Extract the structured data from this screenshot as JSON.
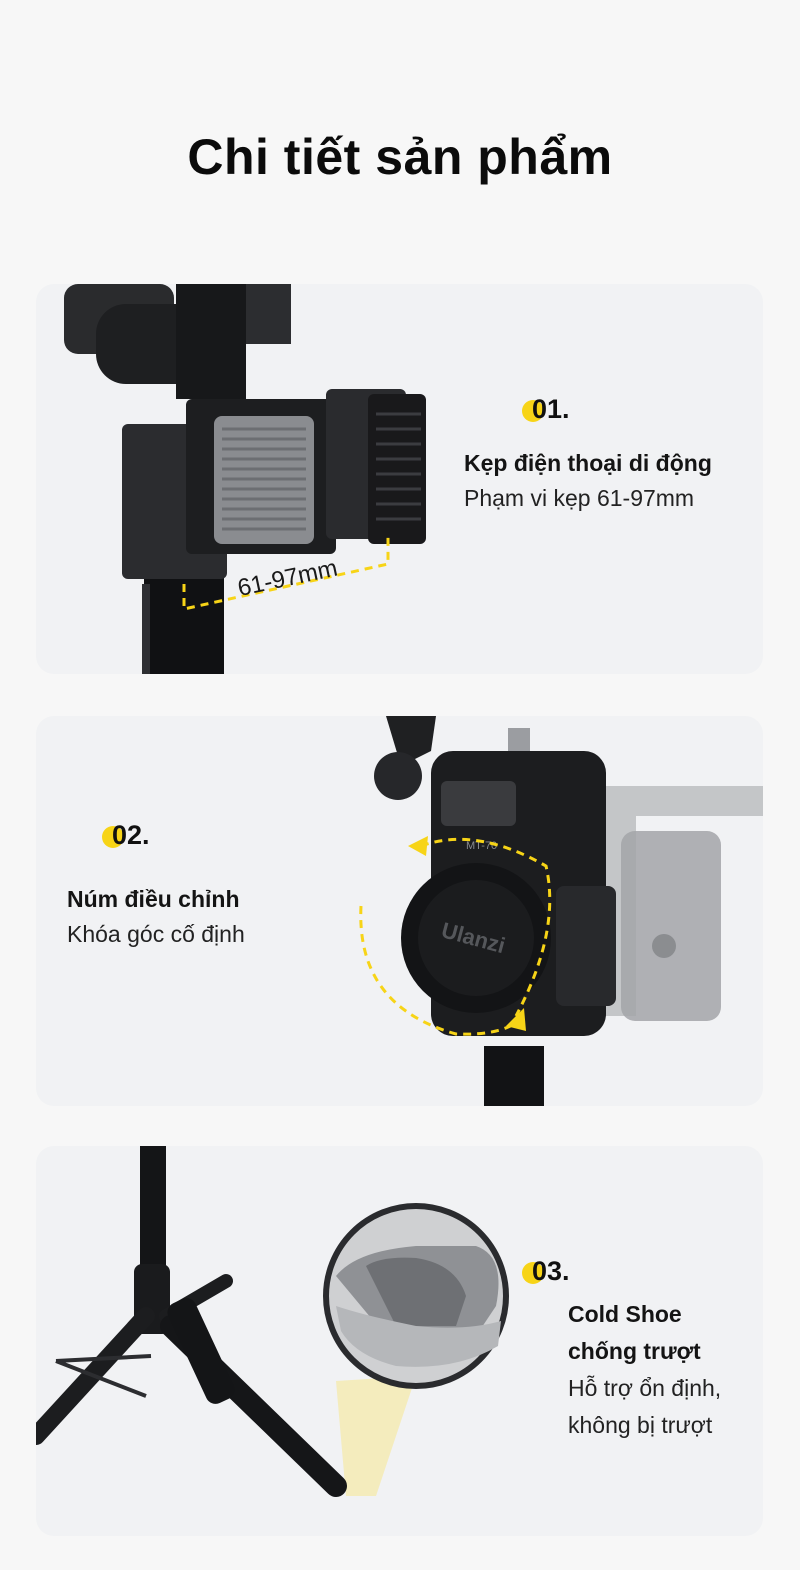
{
  "page_title": "Chi tiết sản phẩm",
  "accent_color": "#f7d417",
  "features": [
    {
      "number": "01.",
      "title": "Kẹp điện thoại di động",
      "description": "Phạm vi kẹp 61-97mm",
      "image_label": "61-97mm"
    },
    {
      "number": "02.",
      "title": "Núm điều chỉnh",
      "description": "Khóa góc cố định",
      "image_label": "Ulanzi",
      "image_model": "MT-70"
    },
    {
      "number": "03.",
      "title_line1": "Cold Shoe",
      "title_line2": "chống trượt",
      "description_line1": "Hỗ trợ ổn định,",
      "description_line2": "không bị trượt"
    }
  ]
}
